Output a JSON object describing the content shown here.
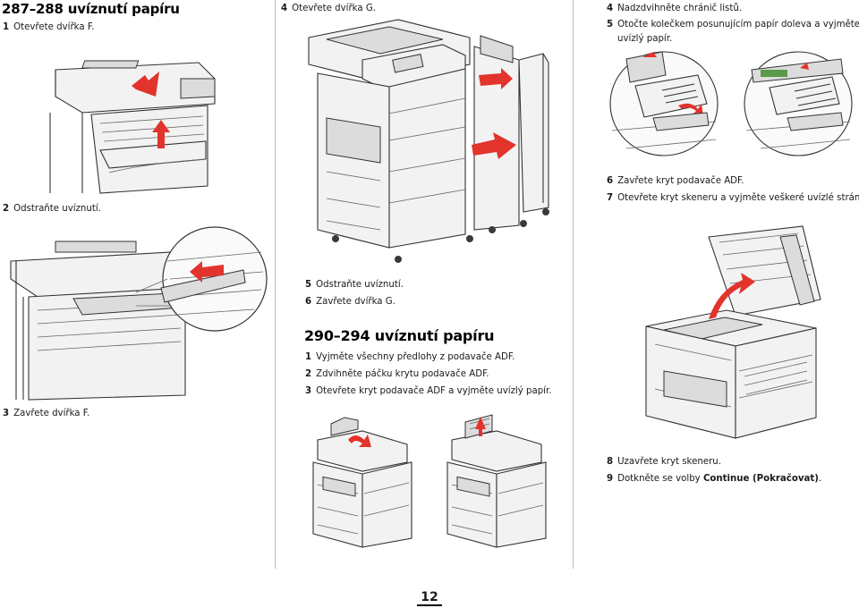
{
  "col1": {
    "title": "287–288 uvíznutí papíru",
    "steps": [
      {
        "num": "1",
        "text": "Otevřete dvířka F."
      },
      {
        "num": "2",
        "text": "Odstraňte uvíznutí."
      },
      {
        "num": "3",
        "text": "Zavřete dvířka F."
      }
    ]
  },
  "col2": {
    "steps_top": [
      {
        "num": "4",
        "text": "Otevřete dvířka G."
      },
      {
        "num": "5",
        "text": "Odstraňte uvíznutí."
      },
      {
        "num": "6",
        "text": "Zavřete dvířka G."
      }
    ],
    "title": "290–294 uvíznutí papíru",
    "steps": [
      {
        "num": "1",
        "text": "Vyjměte všechny předlohy z podavače ADF."
      },
      {
        "num": "2",
        "text": "Zdvihněte páčku krytu podavače ADF."
      },
      {
        "num": "3",
        "text": "Otevřete kryt podavače ADF a vyjměte uvízlý papír."
      }
    ]
  },
  "col3": {
    "steps": [
      {
        "num": "4",
        "text": "Nadzdvihněte chránič listů."
      },
      {
        "num": "5",
        "text": "Otočte kolečkem posunujícím papír doleva a vyjměte veškerý"
      },
      {
        "num": "",
        "text": "uvízlý papír."
      },
      {
        "num": "6",
        "text": "Zavřete kryt podavače ADF."
      },
      {
        "num": "7",
        "text": "Otevřete kryt skeneru a vyjměte veškeré uvízlé stránky."
      },
      {
        "num": "8",
        "text": "Uzavřete kryt skeneru."
      }
    ],
    "step9": {
      "num": "9",
      "prefix": "Dotkněte se volby ",
      "bold": "Continue (Pokračovat)",
      "suffix": "."
    }
  },
  "page_number": "12",
  "colors": {
    "arrow": "#e2332c",
    "rule": "#bdbdbd"
  }
}
